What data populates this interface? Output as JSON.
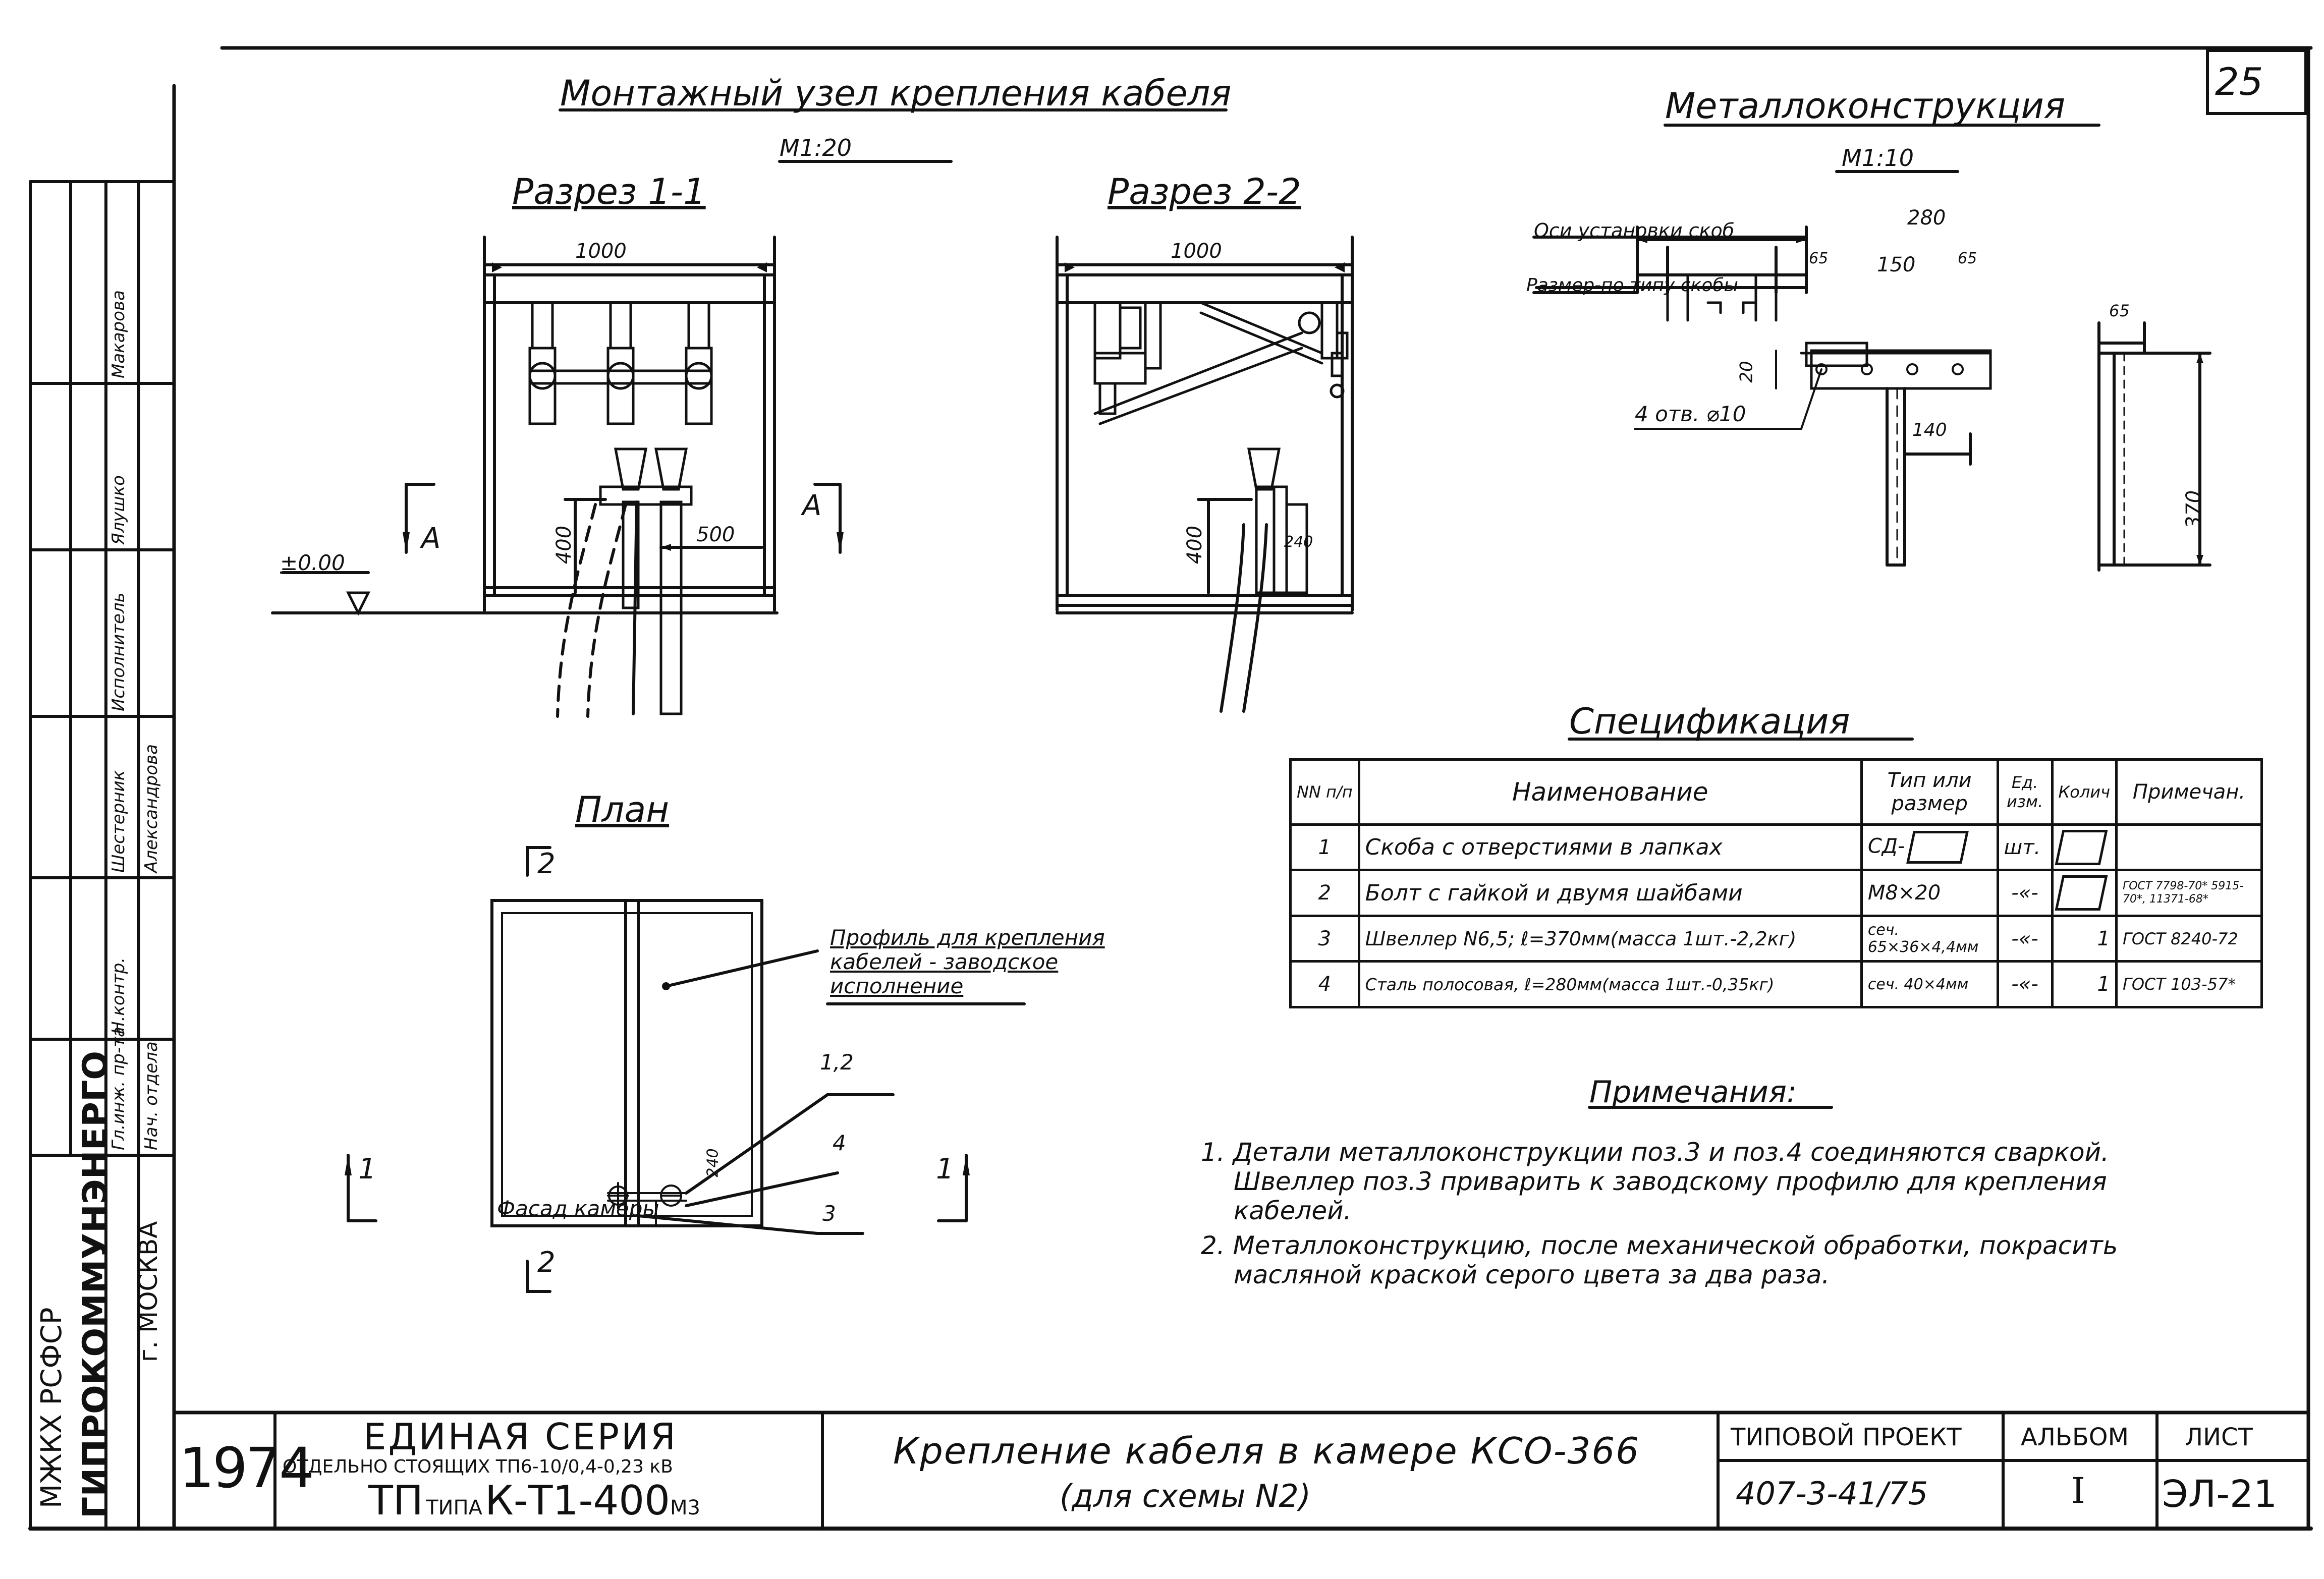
{
  "sheet_number": "25",
  "title_main": "Монтажный узел крепления кабеля",
  "scale_main": "М1:20",
  "title_metal": "Металлоконструкция",
  "scale_metal": "М1:10",
  "section11": {
    "title": "Разрез 1-1",
    "width": "1000",
    "height": "400",
    "offset": "500",
    "level": "±0.00",
    "arrow_left": "А",
    "arrow_right": "А"
  },
  "section22": {
    "title": "Разрез 2-2",
    "width": "1000",
    "height": "400",
    "depth": "240"
  },
  "metal": {
    "axis_label": "Оси установки скоб",
    "size_label": "Размер-по типу скобы",
    "holes_label": "4 отв. ⌀10",
    "dim_total": "280",
    "dim_left": "65",
    "dim_mid": "150",
    "dim_right": "65",
    "dim_20": "20",
    "dim_140": "140",
    "dim_65b": "65",
    "dim_370": "370"
  },
  "plan": {
    "title": "План",
    "profile_note": [
      "Профиль для крепления",
      "кабелей - заводское",
      "исполнение"
    ],
    "label_12": "1,2",
    "label_4": "4",
    "label_3": "3",
    "dim_240": "240",
    "facade": "Фасад камеры",
    "cut1": "1",
    "cut2": "2"
  },
  "spec": {
    "title": "Спецификация",
    "headers": {
      "num": "NN п/п",
      "name": "Наименование",
      "type": "Тип или размер",
      "unit": "Ед. изм.",
      "qty": "Колич",
      "note": "Примечан."
    },
    "rows": [
      {
        "num": "1",
        "name": "Скоба с отверстиями в лапках",
        "type": "СД-",
        "unit": "шт.",
        "qty": "",
        "note": ""
      },
      {
        "num": "2",
        "name": "Болт с гайкой и двумя шайбами",
        "type": "М8×20",
        "unit": "-«-",
        "qty": "",
        "note": "ГОСТ 7798-70* 5915-70*, 11371-68*"
      },
      {
        "num": "3",
        "name": "Швеллер N6,5; ℓ=370мм(масса 1шт.-2,2кг)",
        "type": "сеч. 65×36×4,4мм",
        "unit": "-«-",
        "qty": "1",
        "note": "ГОСТ 8240-72"
      },
      {
        "num": "4",
        "name": "Сталь полосовая, ℓ=280мм(масса 1шт.-0,35кг)",
        "type": "сеч. 40×4мм",
        "unit": "-«-",
        "qty": "1",
        "note": "ГОСТ 103-57*"
      }
    ]
  },
  "notes": {
    "title": "Примечания:",
    "lines": [
      "1. Детали металлоконструкции поз.3 и поз.4 соединяются сваркой.",
      "Швеллер поз.3 приварить к заводскому профилю для крепления",
      "кабелей.",
      "2. Металлоконструкцию, после механической обработки, покрасить",
      "масляной краской серого цвета за два раза."
    ]
  },
  "side_stamp": {
    "org1": "МЖКХ РСФСР",
    "org2": "ГИПРОКОММУНЭНЕРГО",
    "city": "г. МОСКВА",
    "roles": [
      "Гл.инж. пр-та",
      "Нач. отдела",
      "Н.контр.",
      "Шестерник",
      "Исполнитель",
      "Ялушко",
      "Макарова"
    ],
    "names": [
      "Александрова"
    ]
  },
  "title_block": {
    "year": "1974",
    "series_title": "ЕДИНАЯ СЕРИЯ",
    "series_line2": "ОТДЕЛЬНО СТОЯЩИХ ТП6-10/0,4-0,23 кВ",
    "series_line3_pre": "ТП",
    "series_line3_small": "ТИПА",
    "series_line3_main": "К-Т1-400",
    "series_line3_post": "М3",
    "drawing_title": "Крепление кабеля в камере КСО-366",
    "drawing_subtitle": "(для схемы N2)",
    "project_label": "ТИПОВОЙ ПРОЕКТ",
    "project_value": "407-3-41/75",
    "album_label": "АЛЬБОМ",
    "album_value": "I",
    "sheet_label": "ЛИСТ",
    "sheet_value": "ЭЛ-21"
  }
}
